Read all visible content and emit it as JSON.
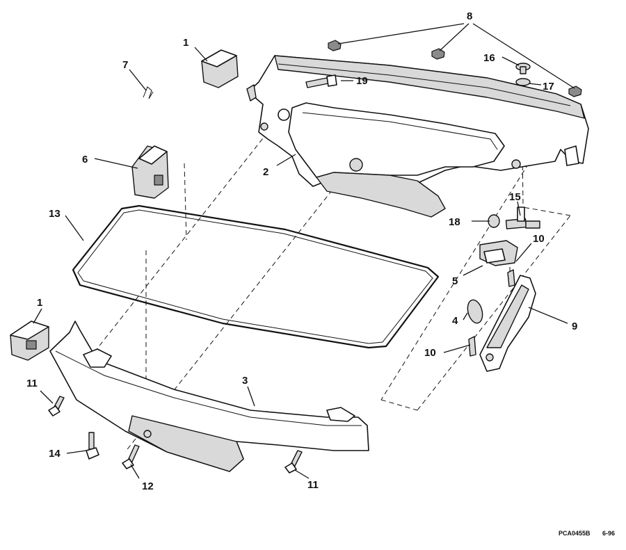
{
  "diagram": {
    "callouts": {
      "c1a": "1",
      "c1b": "1",
      "c2": "2",
      "c3": "3",
      "c4": "4",
      "c5": "5",
      "c6": "6",
      "c7": "7",
      "c8": "8",
      "c9": "9",
      "c10a": "10",
      "c10b": "10",
      "c11a": "11",
      "c11b": "11",
      "c12": "12",
      "c13": "13",
      "c14": "14",
      "c15": "15",
      "c16": "16",
      "c17": "17",
      "c18": "18",
      "c19": "19"
    },
    "figure_code": "PCA0455B",
    "date_code": "6-96"
  }
}
